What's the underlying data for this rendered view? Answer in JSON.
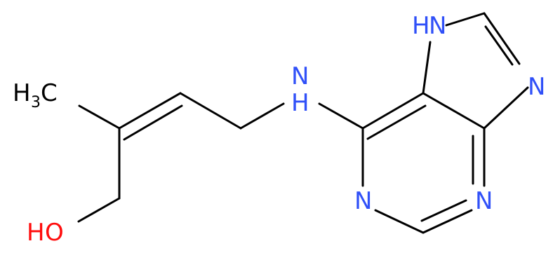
{
  "molecule": {
    "atom_labels": {
      "methyl": "H",
      "methyl_sub": "3",
      "methyl_c": "C",
      "nh_link": "N",
      "nh_link_h": "H",
      "n_imidazole_h": "N",
      "n_imidazole_h_h": "H",
      "n_imidazole": "N",
      "n_pyrimidine_1": "N",
      "n_pyrimidine_3": "N",
      "hydroxyl_h": "H",
      "hydroxyl_o": "O"
    },
    "colors": {
      "bond": "#000000",
      "carbon_label": "#000000",
      "nitrogen": "#3050F8",
      "oxygen": "#FF0D0D"
    }
  }
}
